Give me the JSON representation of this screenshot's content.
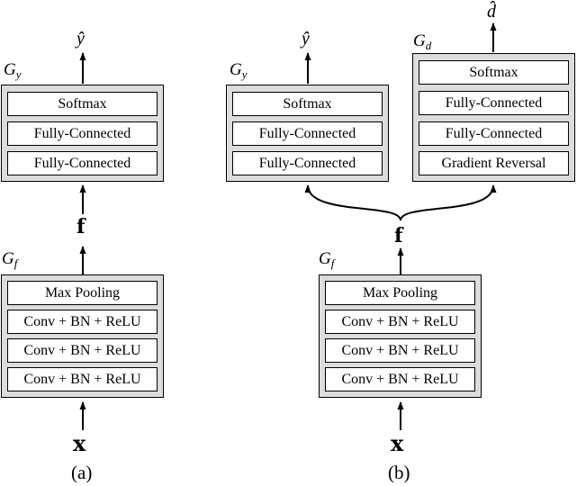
{
  "panel_a": {
    "caption": "(a)",
    "output_symbol": "ŷ",
    "feature_symbol": "f",
    "input_symbol": "x",
    "label_predictor": {
      "base": "G",
      "sub": "y"
    },
    "label_extractor": {
      "base": "G",
      "sub": "f"
    },
    "predictor_layers": [
      "Softmax",
      "Fully-Connected",
      "Fully-Connected"
    ],
    "extractor_layers": [
      "Max Pooling",
      "Conv + BN + ReLU",
      "Conv + BN + ReLU",
      "Conv + BN + ReLU"
    ]
  },
  "panel_b": {
    "caption": "(b)",
    "output_symbol": "ŷ",
    "domain_output_symbol": "d̂",
    "feature_symbol": "f",
    "input_symbol": "x",
    "label_predictor": {
      "base": "G",
      "sub": "y"
    },
    "label_domain": {
      "base": "G",
      "sub": "d"
    },
    "label_extractor": {
      "base": "G",
      "sub": "f"
    },
    "predictor_layers": [
      "Softmax",
      "Fully-Connected",
      "Fully-Connected"
    ],
    "domain_layers": [
      "Softmax",
      "Fully-Connected",
      "Fully-Connected",
      "Gradient Reversal"
    ],
    "extractor_layers": [
      "Max Pooling",
      "Conv + BN + ReLU",
      "Conv + BN + ReLU",
      "Conv + BN + ReLU"
    ]
  }
}
